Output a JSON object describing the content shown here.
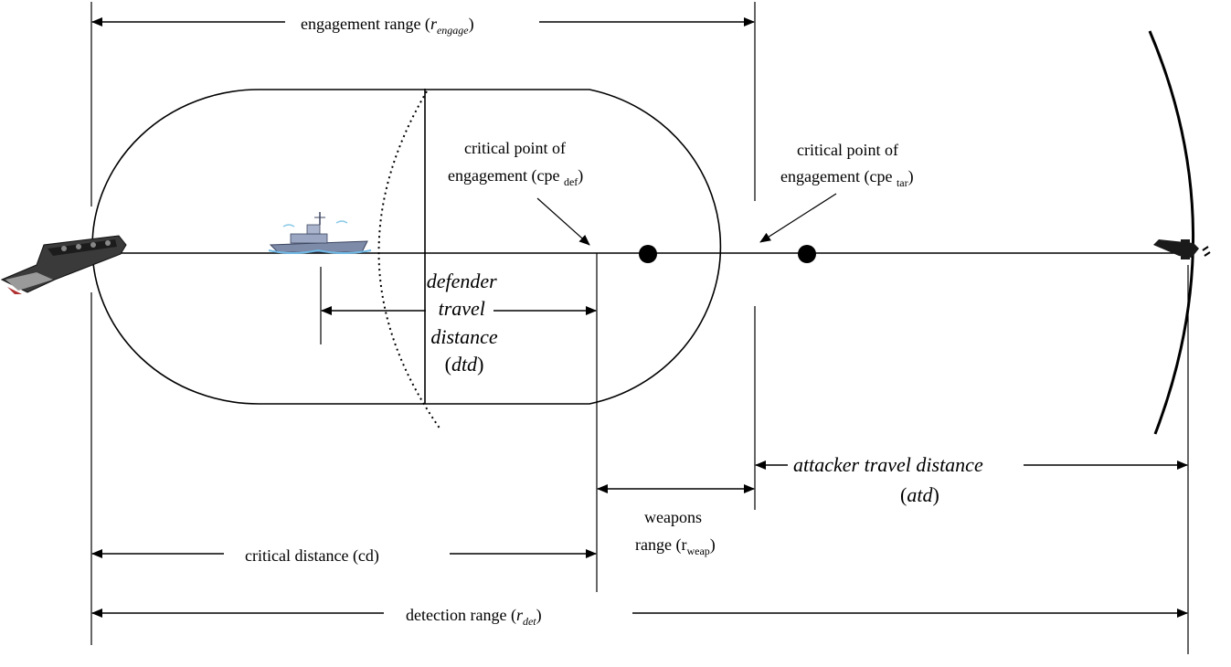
{
  "engagement_range": {
    "text": "engagement range (",
    "symbol": "r",
    "sub": "engage",
    "close": ")"
  },
  "cpe_tar": {
    "line1": "critical point of",
    "line2_text": "engagement (cpe ",
    "sub": "tar",
    "close": ")"
  },
  "cpe_def": {
    "line1": "critical point of",
    "line2_text": "engagement (cpe ",
    "sub": "def",
    "close": ")"
  },
  "defender_travel": {
    "line1": "defender",
    "line2": "travel",
    "line3": "distance",
    "line4_open": "(",
    "abbr": "dtd",
    "line4_close": ")"
  },
  "attacker_travel": {
    "label": "attacker travel distance",
    "open": "(",
    "abbr": "atd",
    "close": ")"
  },
  "weapons_range": {
    "line1": "weapons",
    "line2_text": "range (r",
    "sub": "weap",
    "close": ")"
  },
  "critical_distance": {
    "label": "critical distance (cd)"
  },
  "detection_range": {
    "text": "detection range (",
    "symbol": "r",
    "sub": "det",
    "close": ")"
  },
  "icons": {
    "attacker": "attacker-boat-icon",
    "defender": "defender-ship-icon",
    "target": "target-vessel-icon"
  }
}
